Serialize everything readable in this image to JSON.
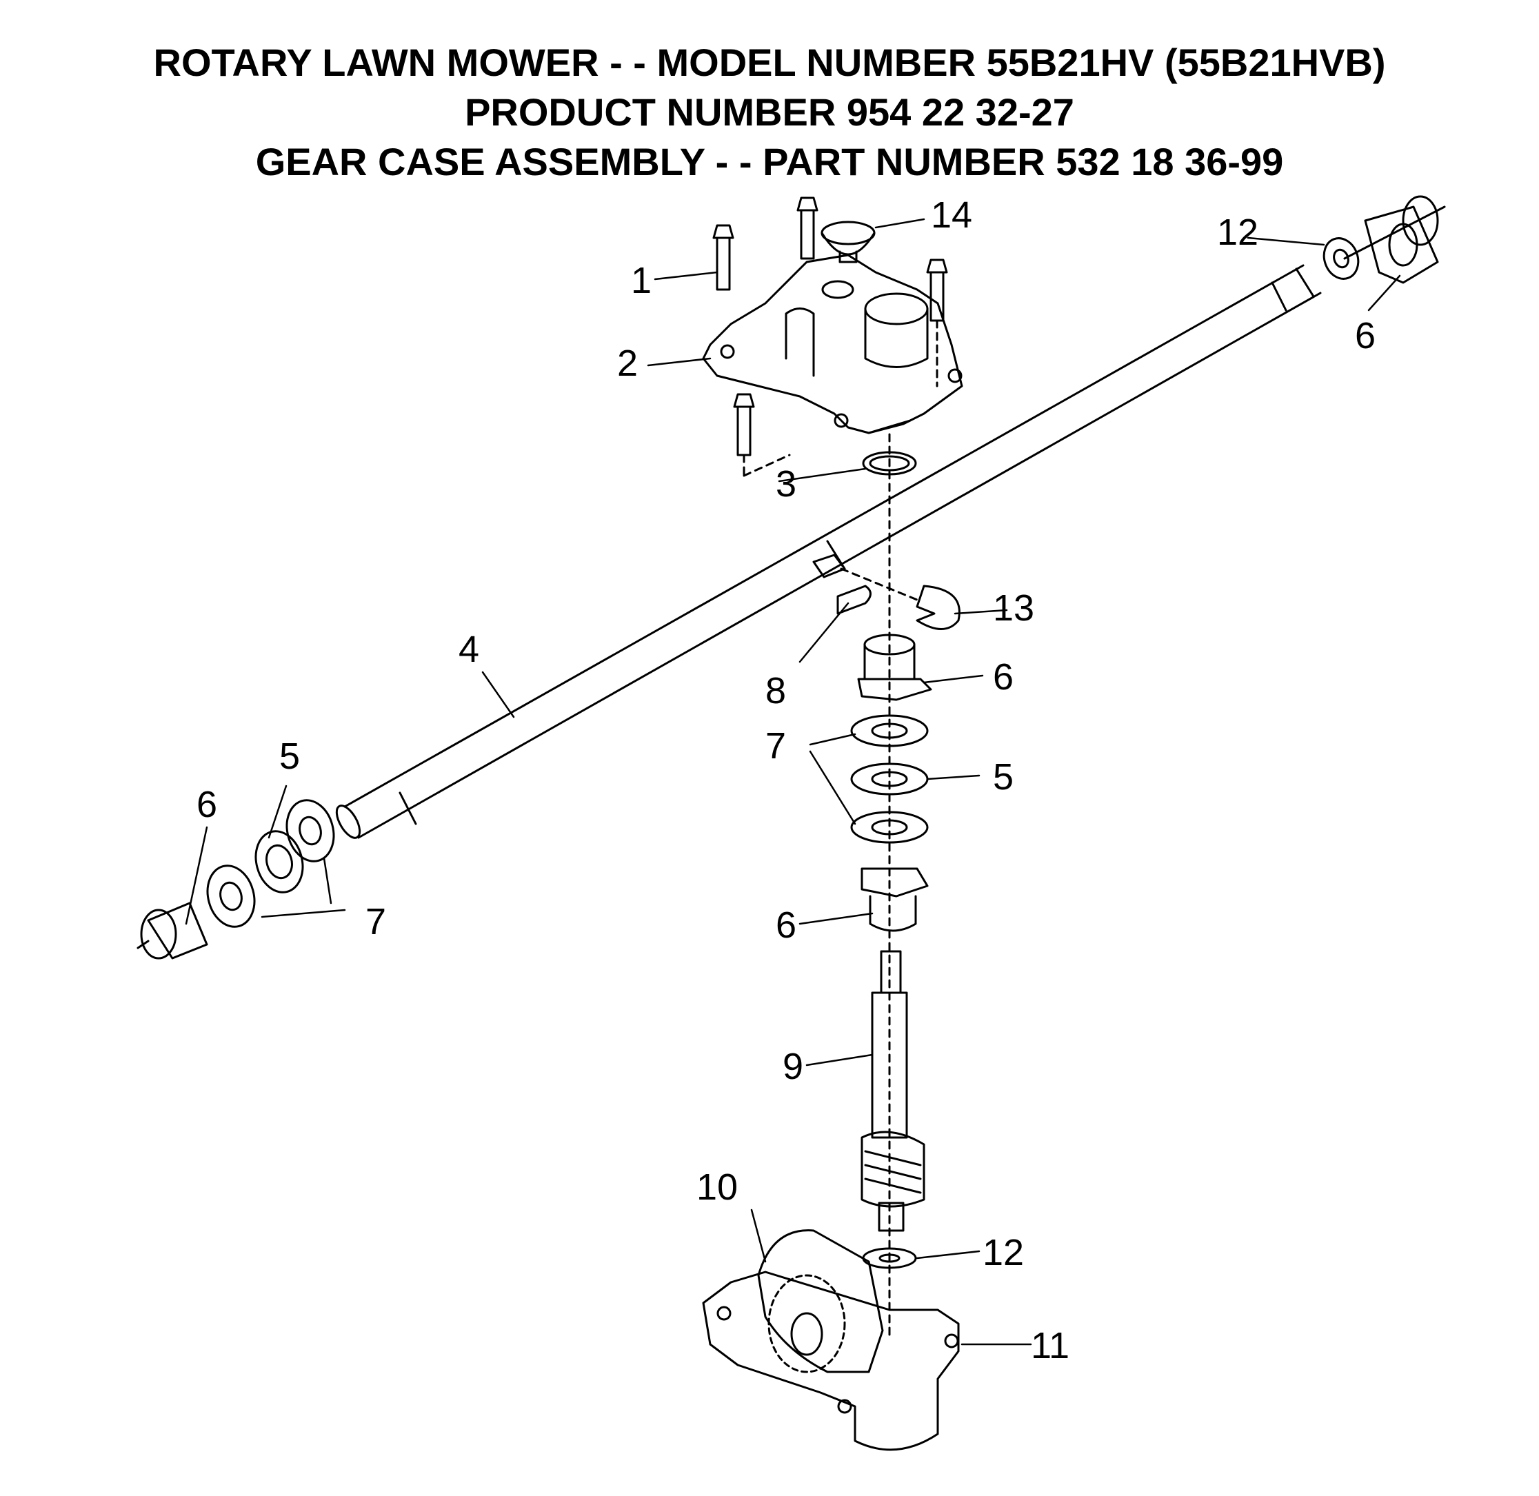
{
  "title": {
    "line1": "ROTARY LAWN MOWER - - MODEL NUMBER 55B21HV (55B21HVB)",
    "line2": "PRODUCT NUMBER 954 22 32-27",
    "line3": "GEAR CASE ASSEMBLY - - PART NUMBER 532 18 36-99"
  },
  "callouts": {
    "c1": "1",
    "c2": "2",
    "c3": "3",
    "c4": "4",
    "c5_left": "5",
    "c5_right": "5",
    "c6_top_right": "6",
    "c6_middle": "6",
    "c6_left": "6",
    "c6_lower": "6",
    "c7_left": "7",
    "c7_middle": "7",
    "c8": "8",
    "c9": "9",
    "c10": "10",
    "c11": "11",
    "c12_top": "12",
    "c12_bottom": "12",
    "c13": "13",
    "c14": "14"
  },
  "colors": {
    "ink": "#000000",
    "paper": "#ffffff"
  }
}
